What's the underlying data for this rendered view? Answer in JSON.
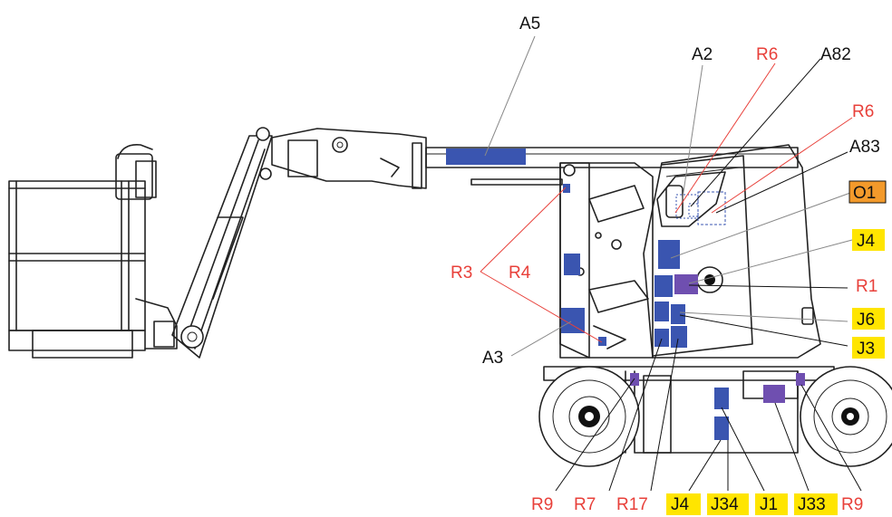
{
  "labels": {
    "A5": "A5",
    "A2": "A2",
    "R6_top": "R6",
    "A82": "A82",
    "R6_mid": "R6",
    "A83": "A83",
    "O1": "O1",
    "J4_right": "J4",
    "R1": "R1",
    "J6": "J6",
    "J3": "J3",
    "R3": "R3",
    "R4": "R4",
    "A3": "A3",
    "R9_left": "R9",
    "R7": "R7",
    "R17": "R17",
    "J4_bottom": "J4",
    "J34": "J34",
    "J1": "J1",
    "J33": "J33",
    "R9_right": "R9"
  },
  "colors": {
    "red_label": "#e8403a",
    "yellow_highlight": "#ffe500",
    "orange_highlight": "#f39a2b",
    "decal_blue": "#3a55b0",
    "decal_purple": "#6f4fb0"
  }
}
